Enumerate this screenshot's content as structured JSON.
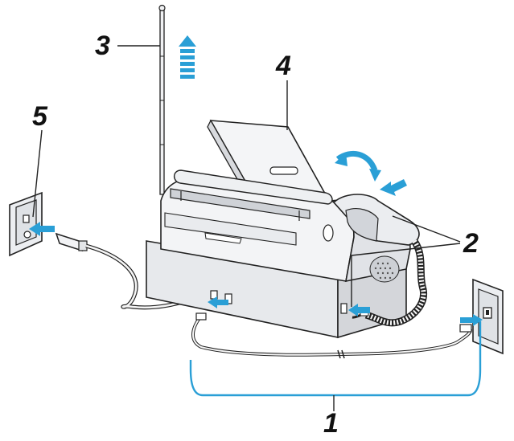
{
  "callouts": {
    "c1": "1",
    "c2": "2",
    "c3": "3",
    "c4": "4",
    "c5": "5"
  },
  "colors": {
    "accent": "#2a9fd6",
    "outline": "#222222",
    "body_fill": "#f3f4f6",
    "shadow": "#d4d6da"
  }
}
